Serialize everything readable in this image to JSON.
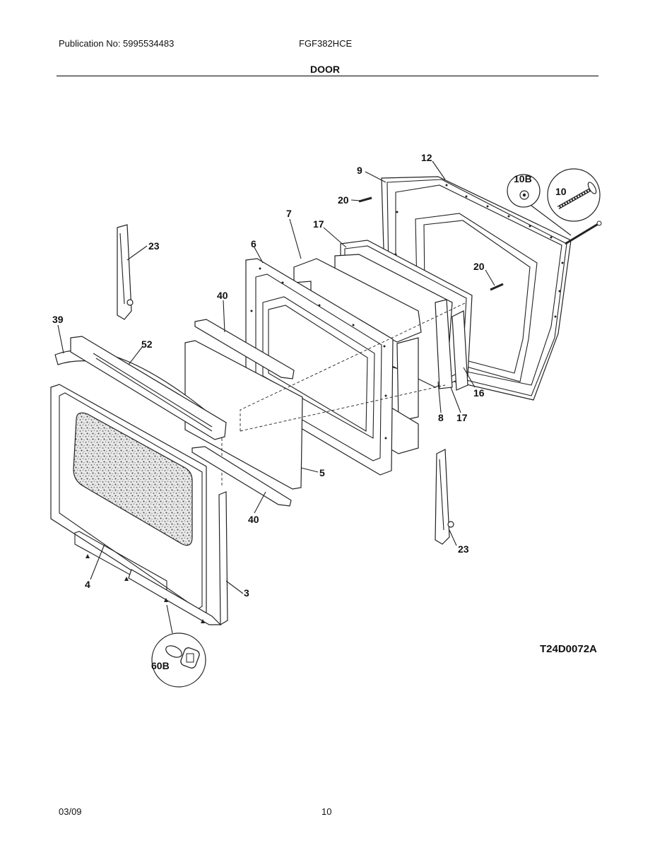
{
  "header": {
    "publication": "Publication No: 5995534483",
    "model": "FGF382HCE",
    "section": "DOOR"
  },
  "diagram": {
    "code": "T24D0072A",
    "callouts": {
      "c12": "12",
      "c9": "9",
      "c10b": "10B",
      "c10": "10",
      "c20a": "20",
      "c7": "7",
      "c17a": "17",
      "c6": "6",
      "c23a": "23",
      "c20b": "20",
      "c40a": "40",
      "c39": "39",
      "c52": "52",
      "c16": "16",
      "c8": "8",
      "c17b": "17",
      "c5": "5",
      "c40b": "40",
      "c23b": "23",
      "c4": "4",
      "c3": "3",
      "c60b": "60B"
    }
  },
  "footer": {
    "date": "03/09",
    "page": "10"
  }
}
